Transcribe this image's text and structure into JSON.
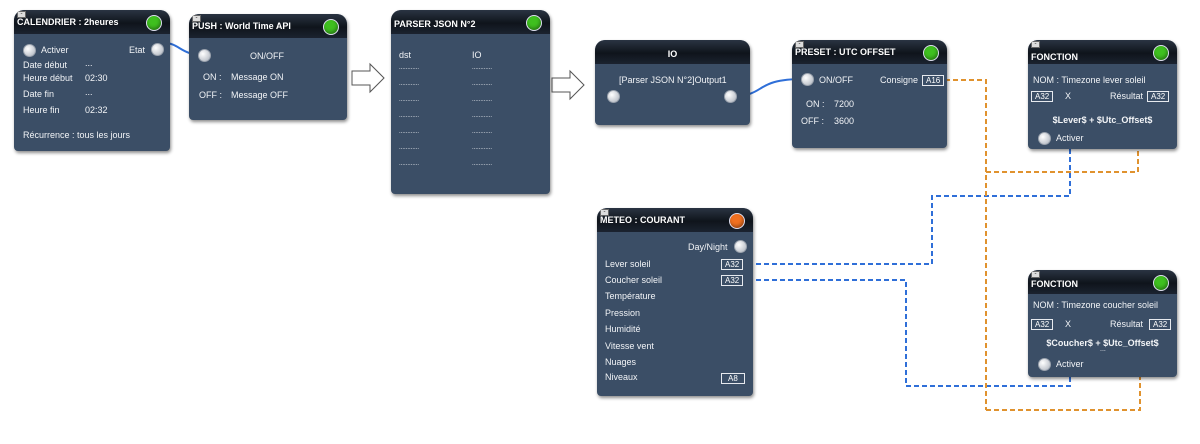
{
  "colors": {
    "led_green": "#3fbf1f",
    "led_orange": "#f07020",
    "link_blue": "#2f6fd8",
    "link_orange": "#e0922e"
  },
  "calendar": {
    "title": "CALENDRIER : 2heures",
    "activer": "Activer",
    "etat": "Etat",
    "date_debut_label": "Date début",
    "date_debut_value": "...",
    "heure_debut_label": "Heure début",
    "heure_debut_value": "02:30",
    "date_fin_label": "Date fin",
    "date_fin_value": "...",
    "heure_fin_label": "Heure fin",
    "heure_fin_value": "02:32",
    "recurrence": "Récurrence : tous les jours"
  },
  "push": {
    "title": "PUSH : World Time API",
    "onoff": "ON/OFF",
    "on_label": "ON :",
    "on_value": "Message ON",
    "off_label": "OFF :",
    "off_value": "Message OFF"
  },
  "parser": {
    "title": "PARSER JSON N°2",
    "col1": "dst",
    "col2": "IO",
    "placeholder": "............"
  },
  "io": {
    "title": "IO",
    "source": "[Parser JSON N°2]Output1"
  },
  "preset": {
    "title": "PRESET : UTC OFFSET",
    "onoff": "ON/OFF",
    "consigne": "Consigne",
    "consigne_badge": "A16",
    "on_label": "ON :",
    "on_value": "7200",
    "off_label": "OFF :",
    "off_value": "3600"
  },
  "fonction1": {
    "title": "FONCTION",
    "nom": "NOM : Timezone lever soleil",
    "in_badge": "A32",
    "x": "X",
    "resultat": "Résultat",
    "out_badge": "A32",
    "formula": "$Lever$ + $Utc_Offset$",
    "activer": "Activer"
  },
  "fonction2": {
    "title": "FONCTION",
    "nom": "NOM : Timezone coucher soleil",
    "in_badge": "A32",
    "x": "X",
    "resultat": "Résultat",
    "out_badge": "A32",
    "formula": "$Coucher$ + $Utc_Offset$",
    "ellipsis": "...",
    "activer": "Activer"
  },
  "meteo": {
    "title": "METEO : COURANT",
    "daynight": "Day/Night",
    "lever": "Lever soleil",
    "lever_badge": "A32",
    "coucher": "Coucher soleil",
    "coucher_badge": "A32",
    "temperature": "Température",
    "pression": "Pression",
    "humidite": "Humidité",
    "vitesse": "Vitesse vent",
    "nuages": "Nuages",
    "niveaux": "Niveaux",
    "niveaux_badge": "A8"
  }
}
